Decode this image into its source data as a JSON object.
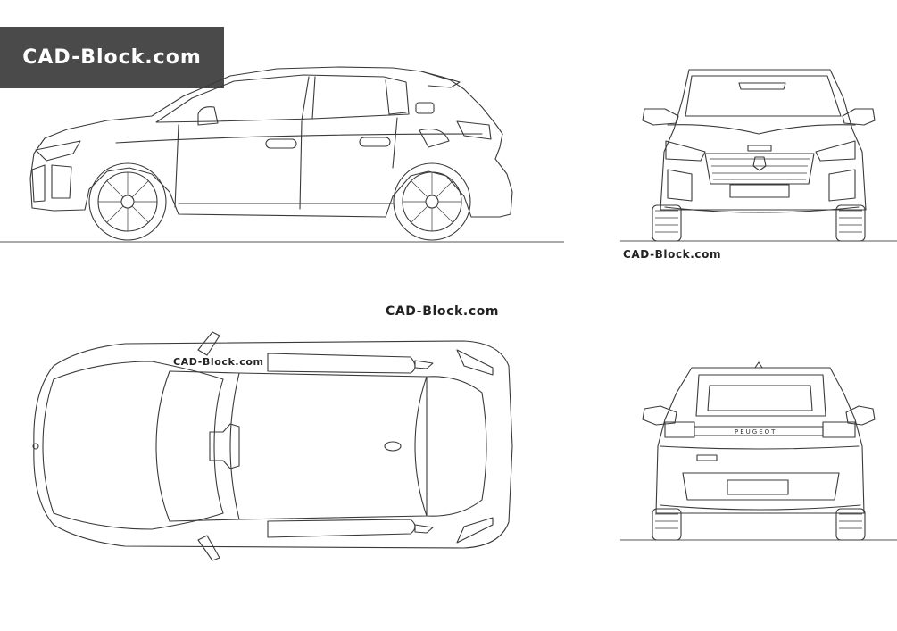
{
  "brand": {
    "label": "CAD-Block.com",
    "bg_color": "#4a4a4a",
    "text_color": "#ffffff"
  },
  "watermarks": {
    "front": "CAD-Block.com",
    "center": "CAD-Block.com",
    "top_view": "CAD-Block.com"
  },
  "rear_badge": {
    "brand_lettering": "PEUGEOT"
  },
  "colors": {
    "line": "#3a3a3a",
    "background": "#ffffff"
  }
}
